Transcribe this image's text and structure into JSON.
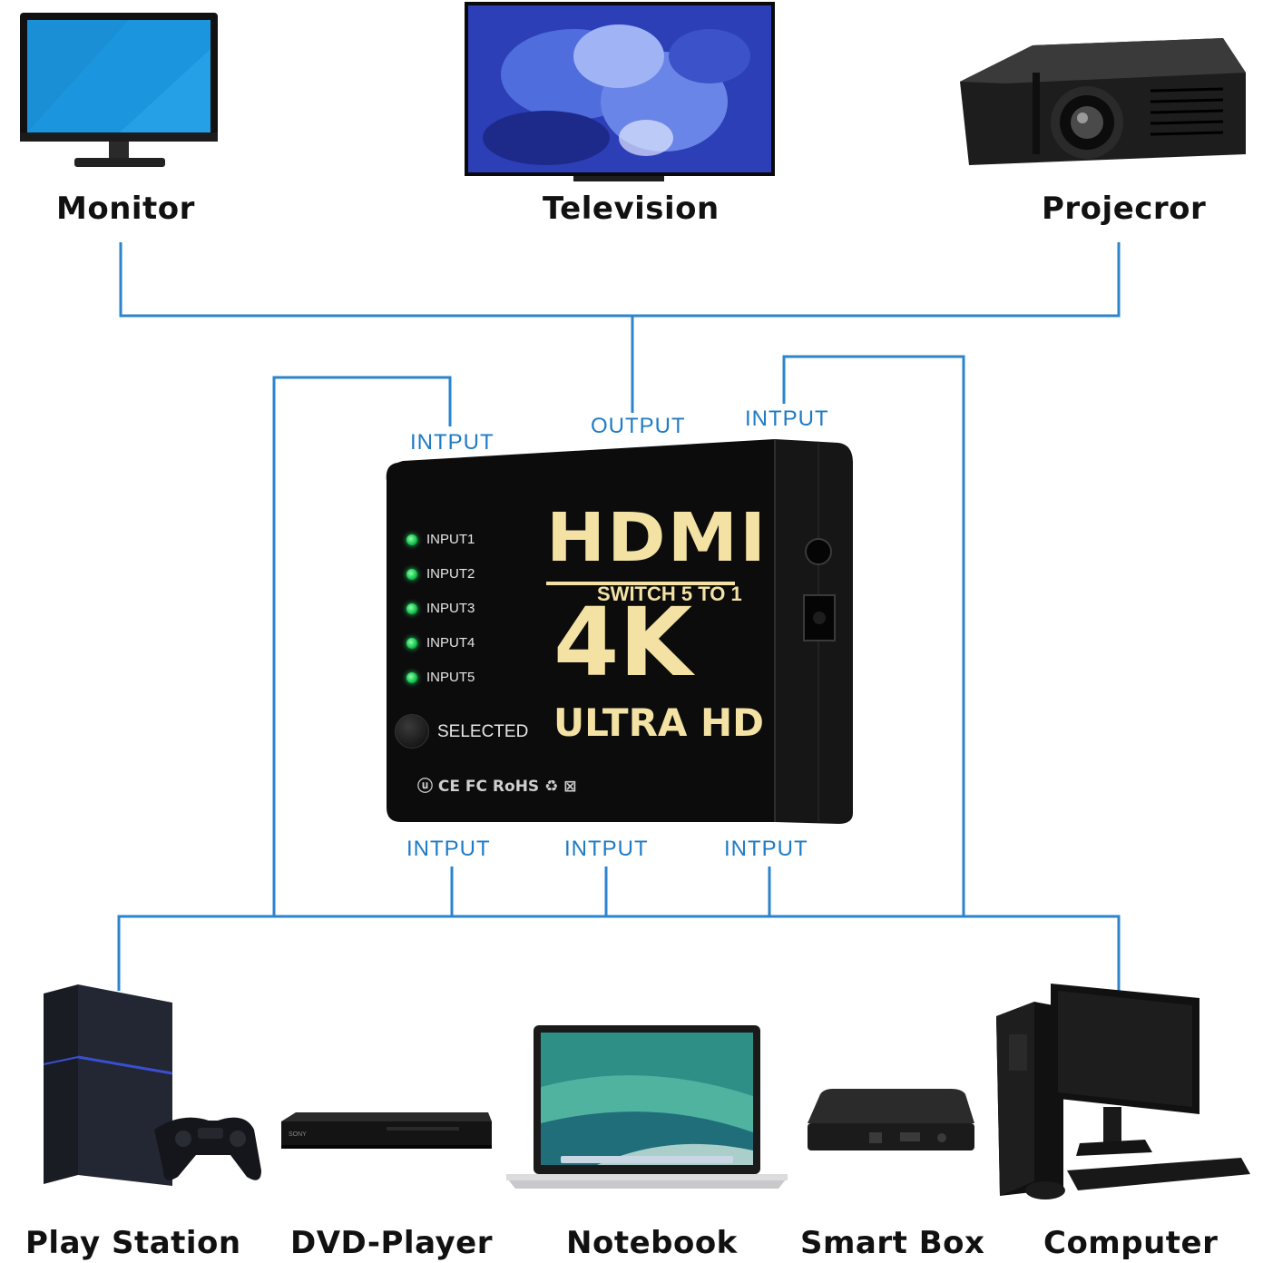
{
  "outputs": [
    {
      "label": "Monitor",
      "icon": "monitor-icon"
    },
    {
      "label": "Television",
      "icon": "television-icon"
    },
    {
      "label": "Projecror",
      "icon": "projector-icon"
    }
  ],
  "inputs": [
    {
      "label": "Play Station",
      "icon": "playstation-icon"
    },
    {
      "label": "DVD-Player",
      "icon": "dvd-player-icon"
    },
    {
      "label": "Notebook",
      "icon": "notebook-icon"
    },
    {
      "label": "Smart Box",
      "icon": "smart-box-icon"
    },
    {
      "label": "Computer",
      "icon": "computer-icon"
    }
  ],
  "ports": {
    "output": "OUTPUT",
    "input": "INTPUT"
  },
  "switch": {
    "brand": "HDMI",
    "subtitle": "SWITCH 5 TO 1",
    "resolution": "4K",
    "hd_label": "ULTRA HD",
    "selected_label": "SELECTED",
    "leds": [
      "INPUT1",
      "INPUT2",
      "INPUT3",
      "INPUT4",
      "INPUT5"
    ],
    "certifications": "ⓤ CE FC RoHS ♻ ⊠"
  },
  "colors": {
    "wire": "#2b84cc",
    "device_body": "#0d0d0d",
    "brand_gold": "#f3e2a4"
  }
}
